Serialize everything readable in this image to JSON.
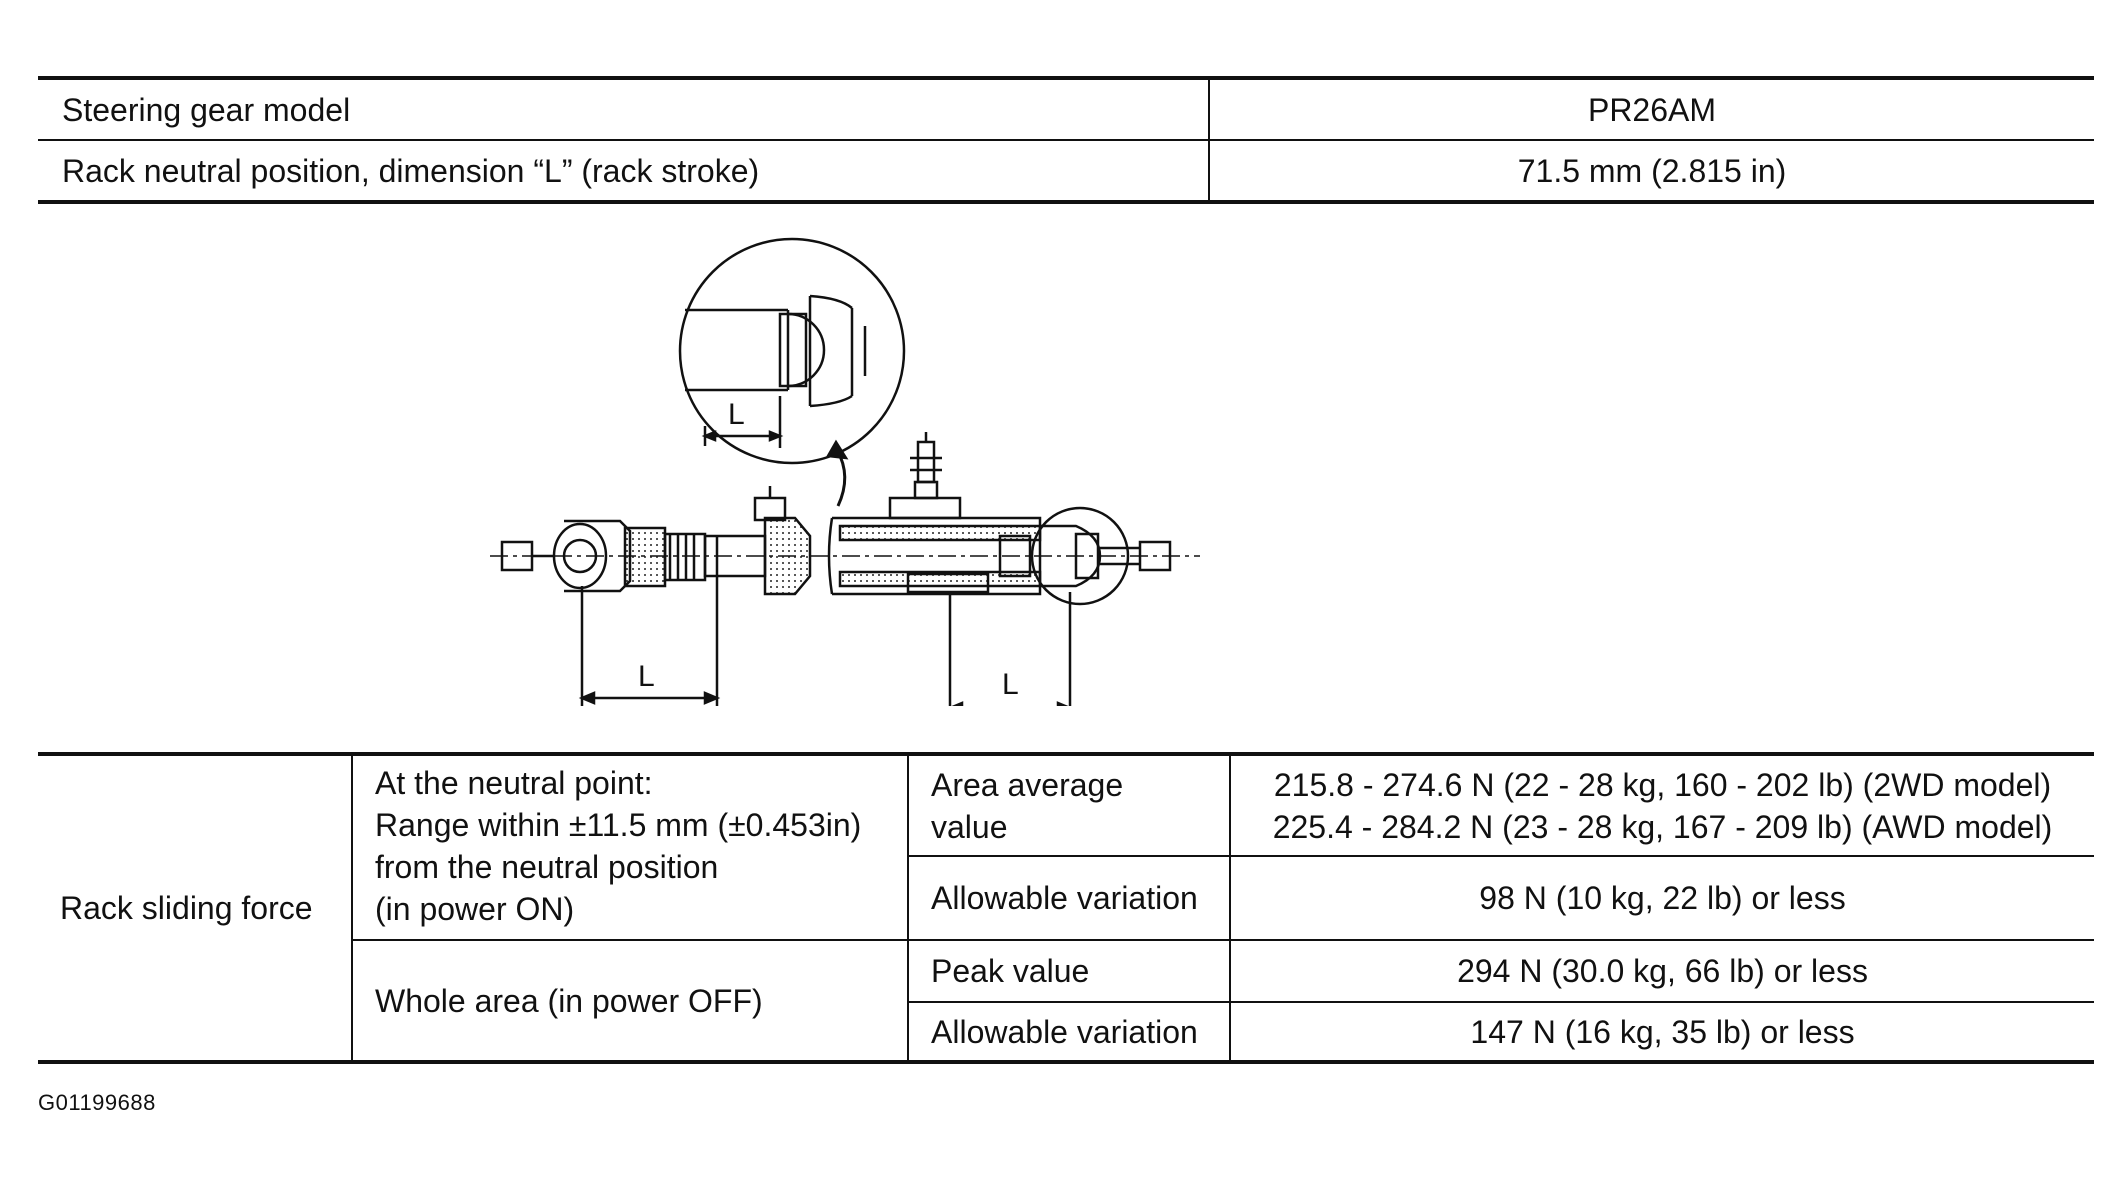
{
  "spec_table": {
    "rows": [
      {
        "label": "Steering gear model",
        "value": "PR26AM"
      },
      {
        "label": "Rack neutral position, dimension “L” (rack stroke)",
        "value": "71.5 mm (2.815 in)"
      }
    ]
  },
  "diagram": {
    "dimension_label": "L"
  },
  "force_table": {
    "row_header": "Rack sliding force",
    "group_neutral": "At the neutral point:\nRange within ±11.5 mm (±0.453in)\nfrom the neutral position\n(in power ON)",
    "group_whole": "Whole area (in power OFF)",
    "area_average_label": "Area average\nvalue",
    "area_average_value": "215.8 - 274.6 N (22 - 28 kg, 160 - 202 lb) (2WD model)\n225.4 - 284.2 N (23 - 28 kg, 167 - 209 lb) (AWD model)",
    "allowable_variation_label_1": "Allowable variation",
    "allowable_variation_value_1": "98 N (10 kg, 22 lb) or less",
    "peak_value_label": "Peak value",
    "peak_value_value": "294 N (30.0 kg, 66 lb) or less",
    "allowable_variation_label_2": "Allowable variation",
    "allowable_variation_value_2": "147 N (16 kg, 35 lb) or less"
  },
  "figure_code": "G01199688"
}
